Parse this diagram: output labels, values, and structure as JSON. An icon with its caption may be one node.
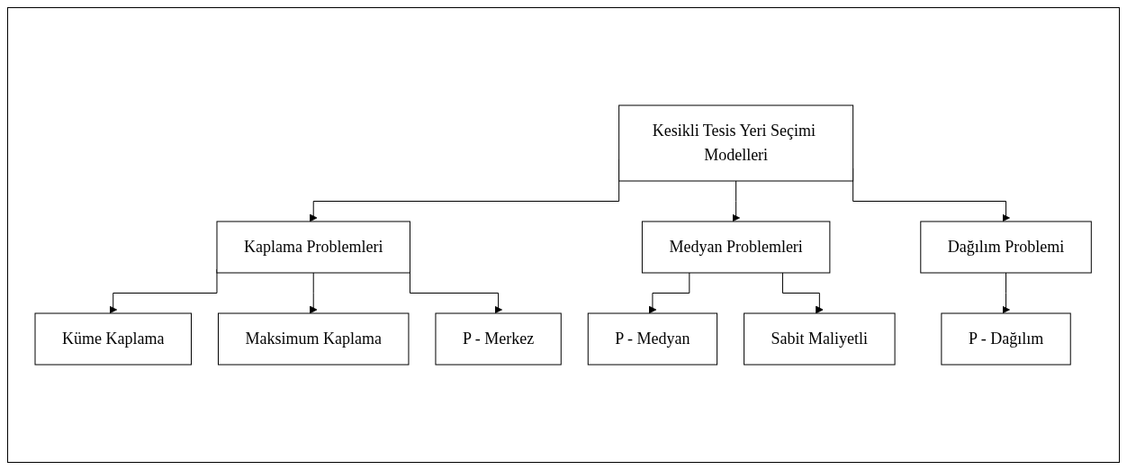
{
  "diagram": {
    "nodes": [
      {
        "text": [
          "Kesikli Tesis Yeri Seçimi Modelleri"
        ]
      },
      {
        "text": [
          "Kaplama Problemleri"
        ]
      },
      {
        "text": [
          "Medyan Problemleri"
        ]
      },
      {
        "text": [
          "Dağılım Problemi"
        ]
      },
      {
        "text": [
          "Küme Kaplama"
        ]
      },
      {
        "text": [
          "Maksimum Kaplama"
        ]
      },
      {
        "text": [
          "P - Merkez"
        ]
      },
      {
        "text": [
          "P - Medyan"
        ]
      },
      {
        "text": [
          "Sabit Maliyetli"
        ]
      },
      {
        "text": [
          "P - Dağılım"
        ]
      }
    ],
    "edges": [
      {
        "from": 0,
        "to": 1,
        "arrow": "to"
      },
      {
        "from": 0,
        "to": 2,
        "arrow": "to"
      },
      {
        "from": 0,
        "to": 3,
        "arrow": "to"
      },
      {
        "from": 1,
        "to": 4,
        "arrow": "to"
      },
      {
        "from": 1,
        "to": 5,
        "arrow": "to"
      },
      {
        "from": 1,
        "to": 6,
        "arrow": "to"
      },
      {
        "from": 2,
        "to": 7,
        "arrow": "to"
      },
      {
        "from": 2,
        "to": 8,
        "arrow": "to"
      },
      {
        "from": 3,
        "to": 9,
        "arrow": "to"
      }
    ]
  }
}
